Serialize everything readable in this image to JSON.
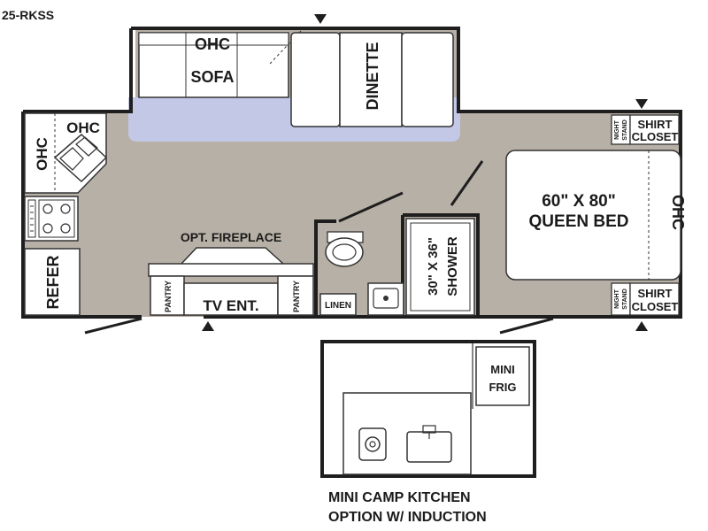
{
  "model": "25-RKSS",
  "colors": {
    "floor": "#b7b0a6",
    "slide_floor": "#c2c8e6",
    "wall": "#1e1e1e",
    "furniture": "#ffffff",
    "text": "#1b1b1b"
  },
  "labels": {
    "ohc_sofa": "OHC",
    "sofa": "SOFA",
    "dinette": "DINETTE",
    "ohc_kitchen": "OHC",
    "ohc_front_left": "OHC",
    "refer": "REFER",
    "opt_fireplace": "OPT. FIREPLACE",
    "pantry_left": "PANTRY",
    "tv_ent": "TV ENT.",
    "pantry_right": "PANTRY",
    "linen": "LINEN",
    "shower_line1": "30\" X 36\"",
    "shower_line2": "SHOWER",
    "bed_line1": "60\" X 80\"",
    "bed_line2": "QUEEN BED",
    "ohc_bed": "OHC",
    "night_stand_top_1": "NIGHT",
    "night_stand_top_2": "STAND",
    "shirt_closet_top_1": "SHIRT",
    "shirt_closet_top_2": "CLOSET",
    "night_stand_bottom_1": "NIGHT",
    "night_stand_bottom_2": "STAND",
    "shirt_closet_bottom_1": "SHIRT",
    "shirt_closet_bottom_2": "CLOSET",
    "mini_frig_1": "MINI",
    "mini_frig_2": "FRIG",
    "camp_kitchen_line1": "MINI CAMP KITCHEN",
    "camp_kitchen_line2": "OPTION W/ INDUCTION"
  }
}
